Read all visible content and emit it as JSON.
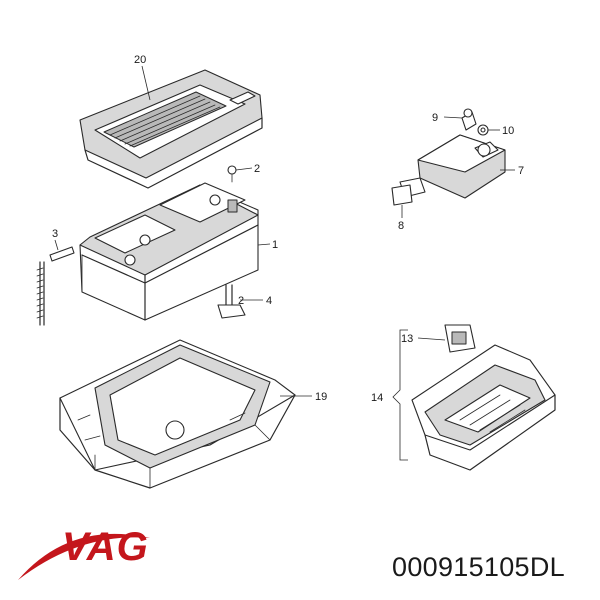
{
  "brand": {
    "name": "VAG",
    "color": "#c4161c"
  },
  "part_number": "000915105DL",
  "callouts": {
    "c1": "1",
    "c2": "2",
    "c3": "3",
    "c4": "4",
    "c7": "7",
    "c8": "8",
    "c9": "9",
    "c10": "10",
    "c13": "13",
    "c14": "14",
    "c19": "19",
    "c20": "20"
  }
}
